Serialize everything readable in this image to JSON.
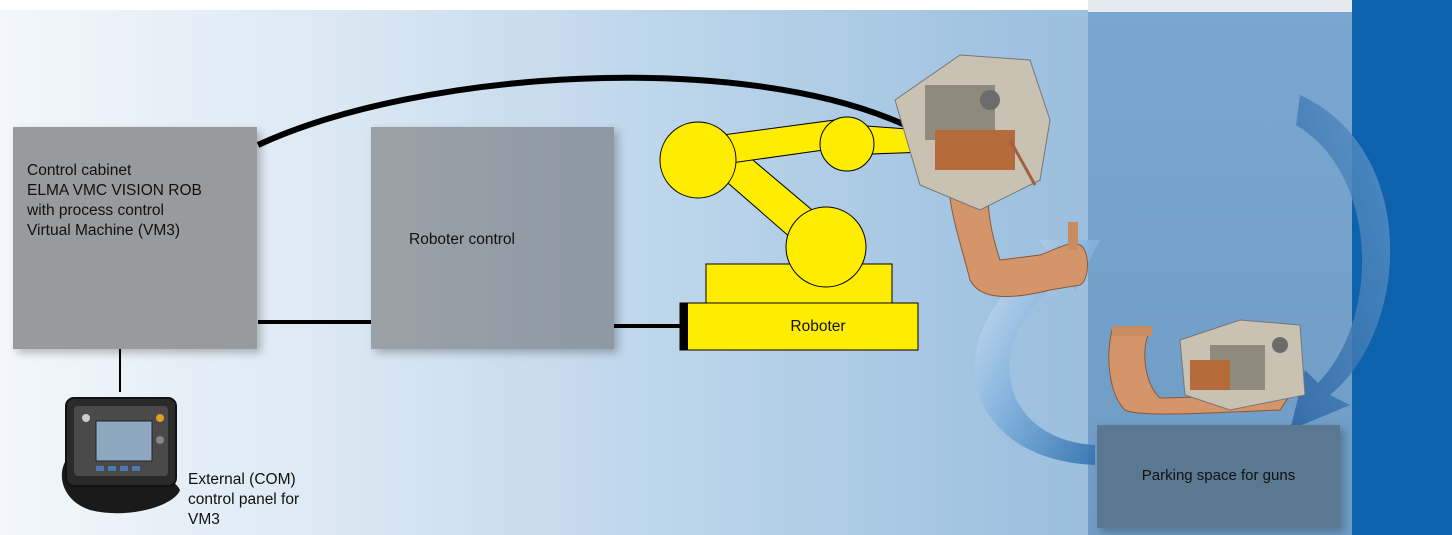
{
  "cabinet": {
    "lines": [
      "Control cabinet",
      "ELMA VMC VISION ROB",
      "with process control",
      "Virtual Machine (VM3)"
    ]
  },
  "robot_control": {
    "label": "Roboter control"
  },
  "robot": {
    "label": "Roboter",
    "color": "#ffed00"
  },
  "control_panel": {
    "lines": [
      "External (COM)",
      "control panel for",
      "VM3"
    ]
  },
  "parking": {
    "label": "Parking space for guns"
  },
  "colors": {
    "cabinet": "#999a9c",
    "robot_control": "#8e99a4",
    "parking": "#5a7891",
    "accent_stripe": "#0d62ad",
    "gun_copper": "#d4956a"
  }
}
